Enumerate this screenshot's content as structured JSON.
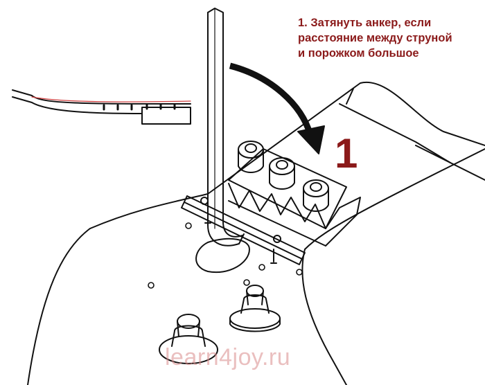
{
  "instruction": {
    "lines": [
      "1. Затянуть анкер, если",
      "расстояние между струной",
      "и порожком большое"
    ],
    "color": "#8b1a1a"
  },
  "step_number": "1",
  "watermark": {
    "text": "learn4joy.ru",
    "color": "#d98b8b"
  },
  "colors": {
    "line": "#111111",
    "string_red": "#d04040",
    "accent": "#8b1a1a"
  },
  "icons": {
    "hex-key": "allen-wrench-icon",
    "arrow": "curved-arrow-icon",
    "knob": "control-knob-icon",
    "switch": "toggle-switch-icon"
  }
}
